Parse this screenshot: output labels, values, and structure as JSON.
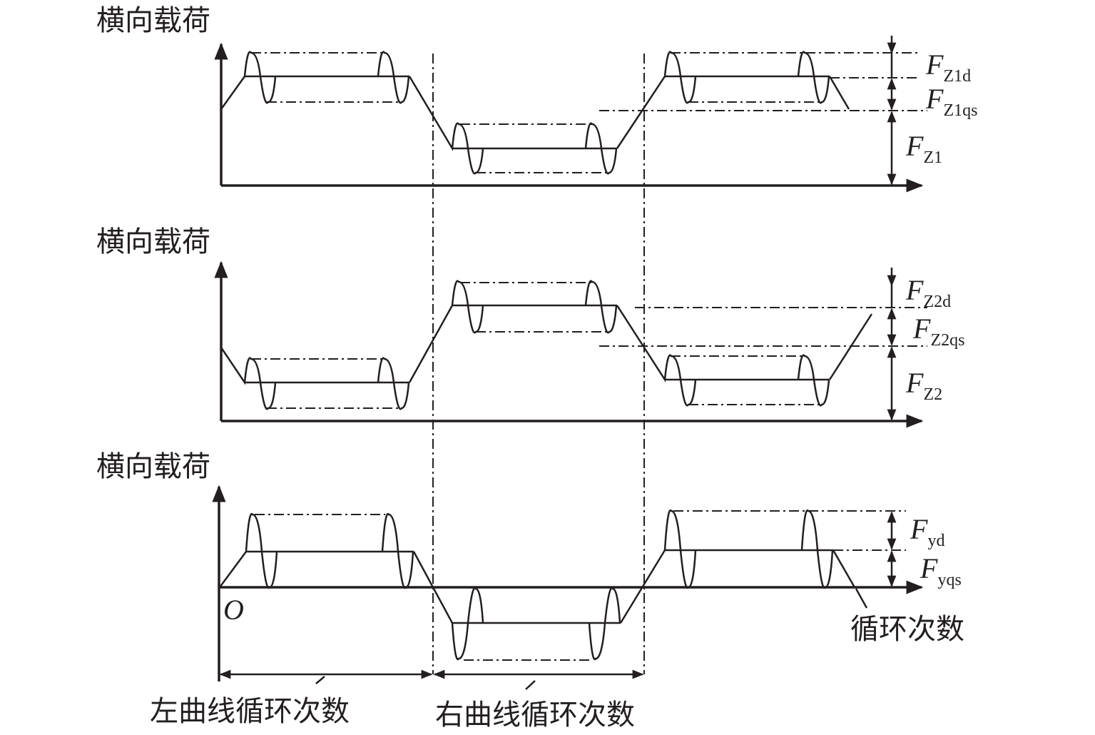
{
  "panels": [
    {
      "ylabel": "横向载荷",
      "labels": [
        {
          "main": "F",
          "sub": "Z1d"
        },
        {
          "main": "F",
          "sub": "Z1qs"
        },
        {
          "main": "F",
          "sub": "Z1"
        }
      ]
    },
    {
      "ylabel": "横向载荷",
      "labels": [
        {
          "main": "F",
          "sub": "Z2d"
        },
        {
          "main": "F",
          "sub": "Z2qs"
        },
        {
          "main": "F",
          "sub": "Z2"
        }
      ]
    },
    {
      "ylabel": "横向载荷",
      "labels": [
        {
          "main": "F",
          "sub": "yd"
        },
        {
          "main": "F",
          "sub": "yqs"
        }
      ],
      "origin": "O",
      "xlabel": "循环次数"
    }
  ],
  "spans": {
    "left": "左曲线循环次数",
    "right": "右曲线循环次数"
  }
}
